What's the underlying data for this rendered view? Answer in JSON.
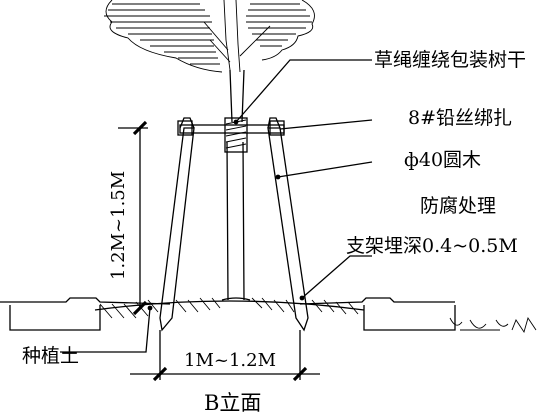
{
  "labels": {
    "straw_wrap": "草绳缠绕包装树干",
    "wire_tie": "8#铅丝绑扎",
    "pole_diameter": "ф40圆木",
    "anticorrosion": "防腐处理",
    "burial_depth": "支架埋深0.4~0.5M",
    "soil": "种植土",
    "height_dim": "1.2M~1.5M",
    "width_dim": "1M~1.2M",
    "view_title": "B立面"
  }
}
